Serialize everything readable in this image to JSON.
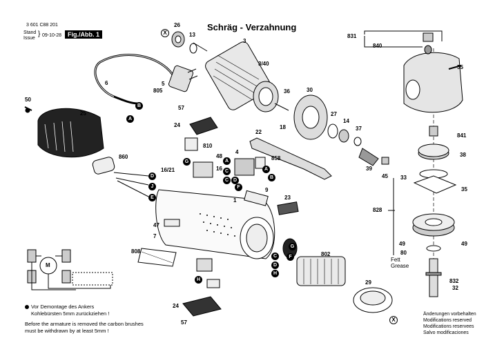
{
  "header": {
    "part_number": "3 601 C88 201",
    "stand_label": "Stand",
    "issue_label": "Issue",
    "date": "09-10-28",
    "fig_label": "Fig./Abb. 1"
  },
  "title": "Schräg - Verzahnung",
  "part_labels": [
    "3",
    "26",
    "13",
    "3/40",
    "5",
    "805",
    "6",
    "50",
    "25",
    "57",
    "24",
    "810",
    "48",
    "860",
    "16/21",
    "16",
    "22",
    "18",
    "4",
    "858",
    "36",
    "30",
    "27",
    "14",
    "37",
    "39",
    "45",
    "9",
    "1",
    "23",
    "47",
    "7",
    "808",
    "802",
    "29",
    "24",
    "57",
    "831",
    "840",
    "55",
    "841",
    "38",
    "33",
    "35",
    "828",
    "49",
    "49",
    "80",
    "832",
    "32"
  ],
  "letter_labels": [
    "B",
    "A",
    "G",
    "A",
    "C",
    "D",
    "J",
    "E",
    "F",
    "A",
    "C",
    "D",
    "B",
    "F",
    "G",
    "C",
    "D",
    "H",
    "H"
  ],
  "x_marks": [
    "X",
    "X"
  ],
  "fett_label": "Fett",
  "grease_label": "Grease",
  "note_de_1": "Vor Demontage des Ankers",
  "note_de_2": "Kohlebürsten 5mm zurückziehen !",
  "note_en_1": "Before the armature is removed the carbon brushes",
  "note_en_2": "must be withdrawn by at least 5mm !",
  "disclaimer": [
    "Änderungen vorbehalten",
    "Modifications reserved",
    "Modifications reservees",
    "Salvo modificaciones"
  ],
  "motor_symbol": "M"
}
